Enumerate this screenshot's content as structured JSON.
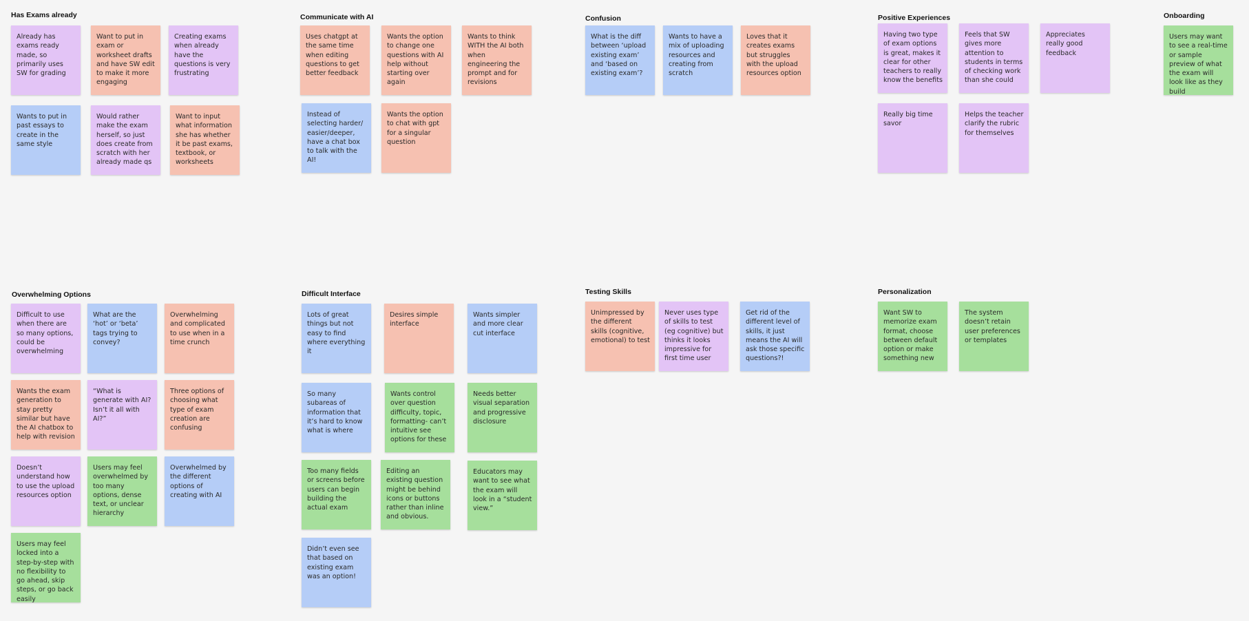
{
  "colors": {
    "canvas": "#f5f5f5",
    "blue": "#b5cdf7",
    "purple": "#e3c4f6",
    "salmon": "#f6c1b1",
    "green": "#a6df9c"
  },
  "clusters": {
    "has_exams": {
      "title": "Has Exams already",
      "notes": [
        {
          "text": "Already has exams ready made, so primarily uses SW for grading",
          "color": "purple"
        },
        {
          "text": "Want to put in exam or worksheet drafts and have SW edit to make it more engaging",
          "color": "salmon"
        },
        {
          "text": "Creating exams when already have the questions is very frustrating",
          "color": "purple"
        },
        {
          "text": "Wants to put in past essays to create in the same style",
          "color": "blue"
        },
        {
          "text": "Would rather make the exam herself, so just does create from scratch with her already made qs",
          "color": "purple"
        },
        {
          "text": "Want to input what information she has whether it be past exams, textbook, or worksheets",
          "color": "salmon"
        }
      ]
    },
    "communicate_ai": {
      "title": "Communicate with AI",
      "notes": [
        {
          "text": "Uses chatgpt at the same time when editing questions to get better feedback",
          "color": "salmon"
        },
        {
          "text": "Wants the option to change one questions with AI help without starting over again",
          "color": "salmon"
        },
        {
          "text": "Wants to think WITH the AI both when engineering the prompt and for revisions",
          "color": "salmon"
        },
        {
          "text": "Instead of selecting harder/ easier/deeper, have a chat box to talk with the AI!",
          "color": "blue"
        },
        {
          "text": "Wants the option to chat with gpt for a singular question",
          "color": "salmon"
        }
      ]
    },
    "confusion": {
      "title": "Confusion",
      "notes": [
        {
          "text": "What is the diff between ‘upload existing exam’ and ‘based on existing exam’?",
          "color": "blue"
        },
        {
          "text": "Wants to have a mix of uploading resources and creating from scratch",
          "color": "blue"
        },
        {
          "text": "Loves that it creates exams but struggles with the upload resources option",
          "color": "salmon"
        }
      ]
    },
    "positive": {
      "title": "Positive Experiences",
      "notes": [
        {
          "text": "Having two type of exam options is great, makes it clear for other teachers to really know the benefits",
          "color": "purple"
        },
        {
          "text": "Feels that SW gives more attention to students in terms of checking work than she could",
          "color": "purple"
        },
        {
          "text": "Appreciates really good feedback",
          "color": "purple"
        },
        {
          "text": "Really big time savor",
          "color": "purple"
        },
        {
          "text": "Helps the teacher clarify the rubric for themselves",
          "color": "purple"
        }
      ]
    },
    "onboarding": {
      "title": "Onboarding",
      "notes": [
        {
          "text": "Users may want to see a real-time or sample preview of what the exam will look like as they build",
          "color": "green"
        }
      ]
    },
    "overwhelming": {
      "title": "Overwhelming Options",
      "notes": [
        {
          "text": "Difficult to use when there are so many options, could be overwhelming",
          "color": "purple"
        },
        {
          "text": "What are the ‘hot’ or ‘beta’ tags trying to convey?",
          "color": "blue"
        },
        {
          "text": "Overwhelming and complicated to use when in a time crunch",
          "color": "salmon"
        },
        {
          "text": "Wants the exam generation to stay pretty similar but have the AI chatbox to help with revision",
          "color": "salmon"
        },
        {
          "text": "“What is generate with AI? Isn’t it all with AI?”",
          "color": "purple"
        },
        {
          "text": "Three options of choosing what type of exam creation are confusing",
          "color": "salmon"
        },
        {
          "text": "Doesn’t understand how to use the upload resources option",
          "color": "purple"
        },
        {
          "text": "Users may feel overwhelmed by too many options, dense text, or unclear hierarchy",
          "color": "green"
        },
        {
          "text": "Overwhelmed by the different options of creating with AI",
          "color": "blue"
        },
        {
          "text": "Users may feel locked into a step-by-step with no flexibility to go ahead, skip steps, or go back easily",
          "color": "green"
        }
      ]
    },
    "difficult": {
      "title": "Difficult Interface",
      "notes": [
        {
          "text": "Lots of great things but not easy to find where everything it",
          "color": "blue"
        },
        {
          "text": "Desires simple interface",
          "color": "salmon"
        },
        {
          "text": "Wants simpler and more clear cut interface",
          "color": "blue"
        },
        {
          "text": "So many subareas of information that it’s hard to know what is where",
          "color": "blue"
        },
        {
          "text": "Wants control over question difficulty, topic, formatting- can’t intuitive see options for these",
          "color": "green"
        },
        {
          "text": "Needs better visual separation and progressive disclosure",
          "color": "green"
        },
        {
          "text": "Too many fields or screens before users can begin building the actual exam",
          "color": "green"
        },
        {
          "text": "Editing an existing question might be behind icons or buttons rather than inline and obvious.",
          "color": "green"
        },
        {
          "text": "Educators may want to see what the exam will look in a “student view.”",
          "color": "green"
        },
        {
          "text": "Didn’t even see that based on existing exam was an option!",
          "color": "blue"
        }
      ]
    },
    "testing": {
      "title": "Testing Skills",
      "notes": [
        {
          "text": "Unimpressed by the different skills (cognitive, emotional) to test",
          "color": "salmon"
        },
        {
          "text": "Never uses type of skills to test (eg cognitive) but thinks it looks impressive for first time user",
          "color": "purple"
        },
        {
          "text": "Get rid of the different level of skills, it just means the AI will ask those specific questions?!",
          "color": "blue"
        }
      ]
    },
    "personalization": {
      "title": "Personalization",
      "notes": [
        {
          "text": "Want SW to memorize exam format, choose between default option or make something new",
          "color": "green"
        },
        {
          "text": "The system doesn’t retain user preferences or templates",
          "color": "green"
        }
      ]
    }
  }
}
